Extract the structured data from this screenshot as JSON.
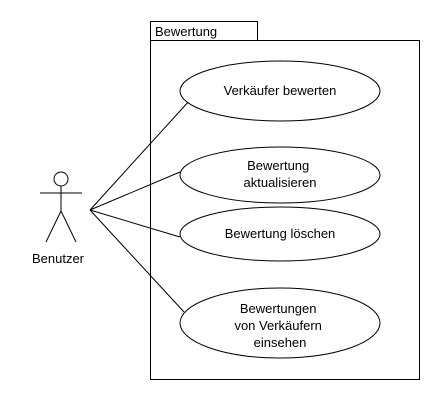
{
  "system": {
    "name": "Bewertung"
  },
  "actor": {
    "name": "Benutzer"
  },
  "use_cases": [
    {
      "lines": [
        "Verkäufer bewerten"
      ]
    },
    {
      "lines": [
        "Bewertung",
        "aktualisieren"
      ]
    },
    {
      "lines": [
        "Bewertung löschen"
      ]
    },
    {
      "lines": [
        "Bewertungen",
        "von Verkäufern",
        "einsehen"
      ]
    }
  ]
}
